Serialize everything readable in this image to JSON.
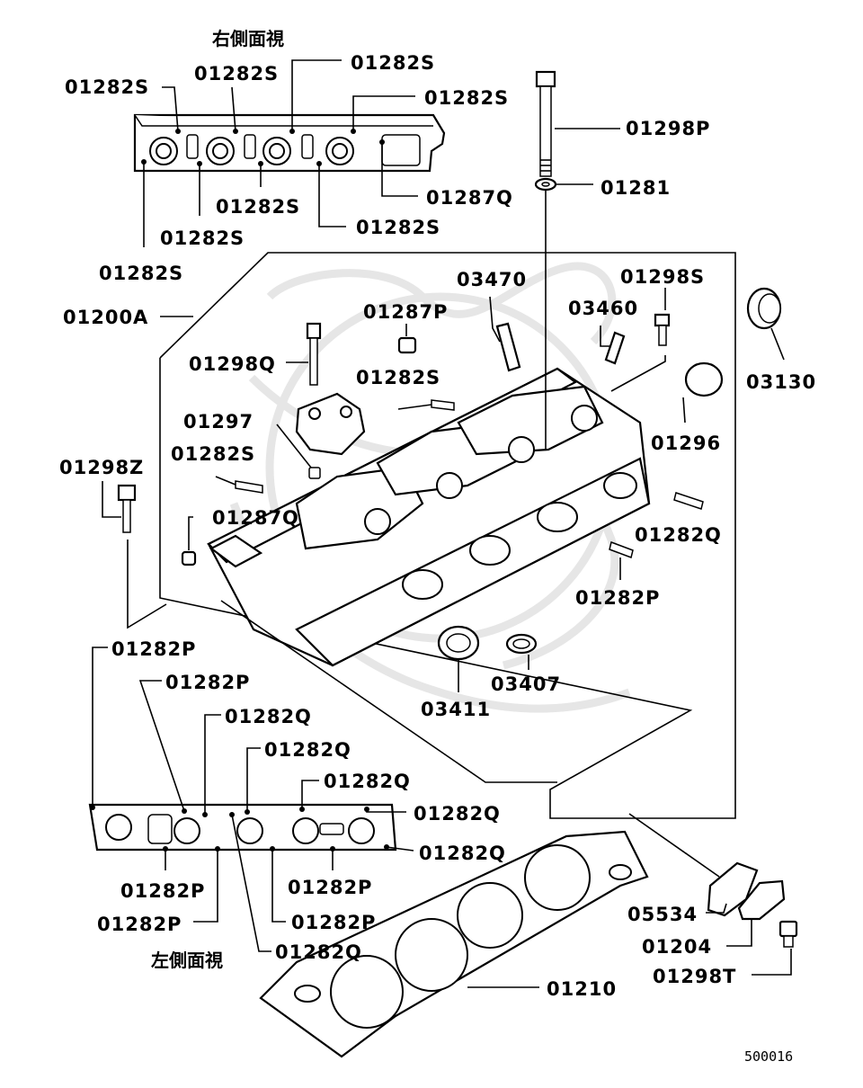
{
  "view_labels": {
    "right_side_view": "右側面視",
    "left_side_view": "左側面視"
  },
  "figure_code": "500016",
  "callouts": [
    {
      "id": "rs-01282S-a",
      "text": "01282S"
    },
    {
      "id": "rs-01282S-b",
      "text": "01282S"
    },
    {
      "id": "rs-01282S-c",
      "text": "01282S"
    },
    {
      "id": "rs-01282S-d",
      "text": "01282S"
    },
    {
      "id": "rs-01282S-e",
      "text": "01282S"
    },
    {
      "id": "rs-01282S-f",
      "text": "01282S"
    },
    {
      "id": "rs-01282S-g",
      "text": "01282S"
    },
    {
      "id": "rs-01282S-h",
      "text": "01282S"
    },
    {
      "id": "rs-01287Q",
      "text": "01287Q"
    },
    {
      "id": "bolt-01298P",
      "text": "01298P"
    },
    {
      "id": "washer-01281",
      "text": "01281"
    },
    {
      "id": "head-01200A",
      "text": "01200A"
    },
    {
      "id": "pin-03470",
      "text": "03470"
    },
    {
      "id": "plug-01287P",
      "text": "01287P"
    },
    {
      "id": "bolt-01298S",
      "text": "01298S"
    },
    {
      "id": "pin-03460",
      "text": "03460"
    },
    {
      "id": "seal-03130",
      "text": "03130"
    },
    {
      "id": "bolt-01298Q",
      "text": "01298Q"
    },
    {
      "id": "stud-01282S",
      "text": "01282S"
    },
    {
      "id": "part-01297",
      "text": "01297"
    },
    {
      "id": "stud-01282S-2",
      "text": "01282S"
    },
    {
      "id": "cap-01296",
      "text": "01296"
    },
    {
      "id": "bolt-01298Z",
      "text": "01298Z"
    },
    {
      "id": "plug-01287Q",
      "text": "01287Q"
    },
    {
      "id": "stud-01282Q",
      "text": "01282Q"
    },
    {
      "id": "stud-01282P",
      "text": "01282P"
    },
    {
      "id": "ring-03411",
      "text": "03411"
    },
    {
      "id": "ring-03407",
      "text": "03407"
    },
    {
      "id": "ls-01282P-a",
      "text": "01282P"
    },
    {
      "id": "ls-01282P-b",
      "text": "01282P"
    },
    {
      "id": "ls-01282Q-a",
      "text": "01282Q"
    },
    {
      "id": "ls-01282Q-b",
      "text": "01282Q"
    },
    {
      "id": "ls-01282Q-c",
      "text": "01282Q"
    },
    {
      "id": "ls-01282Q-d",
      "text": "01282Q"
    },
    {
      "id": "ls-01282Q-e",
      "text": "01282Q"
    },
    {
      "id": "ls-01282P-c",
      "text": "01282P"
    },
    {
      "id": "ls-01282P-d",
      "text": "01282P"
    },
    {
      "id": "ls-01282P-e",
      "text": "01282P"
    },
    {
      "id": "ls-01282P-f",
      "text": "01282P"
    },
    {
      "id": "ls-01282Q-f",
      "text": "01282Q"
    },
    {
      "id": "gasket-05534",
      "text": "05534"
    },
    {
      "id": "cover-01204",
      "text": "01204"
    },
    {
      "id": "bolt-01298T",
      "text": "01298T"
    },
    {
      "id": "gasket-01210",
      "text": "01210"
    }
  ]
}
